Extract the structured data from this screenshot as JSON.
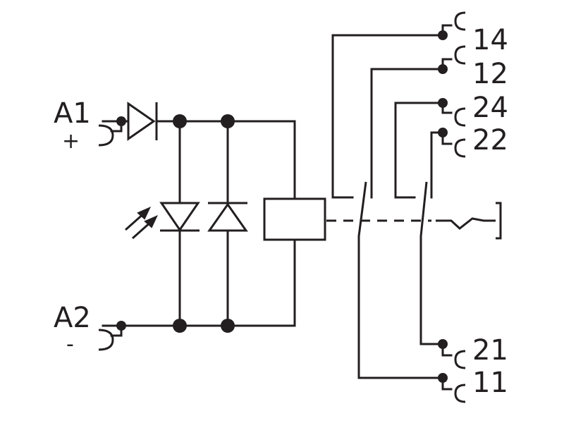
{
  "diagram": {
    "coil_terminals": {
      "a1": "A1",
      "a1_polarity": "+",
      "a2": "A2",
      "a2_polarity": "-"
    },
    "contact_terminals": {
      "t14": "14",
      "t12": "12",
      "t24": "24",
      "t22": "22",
      "t21": "21",
      "t11": "11"
    },
    "colors": {
      "line": "#231f20",
      "background": "#ffffff"
    },
    "icons": [
      "diode-icon",
      "led-icon",
      "suppression-diode-icon",
      "relay-coil-icon",
      "changeover-contact-icon",
      "manual-actuator-icon",
      "spring-terminal-icon"
    ]
  }
}
